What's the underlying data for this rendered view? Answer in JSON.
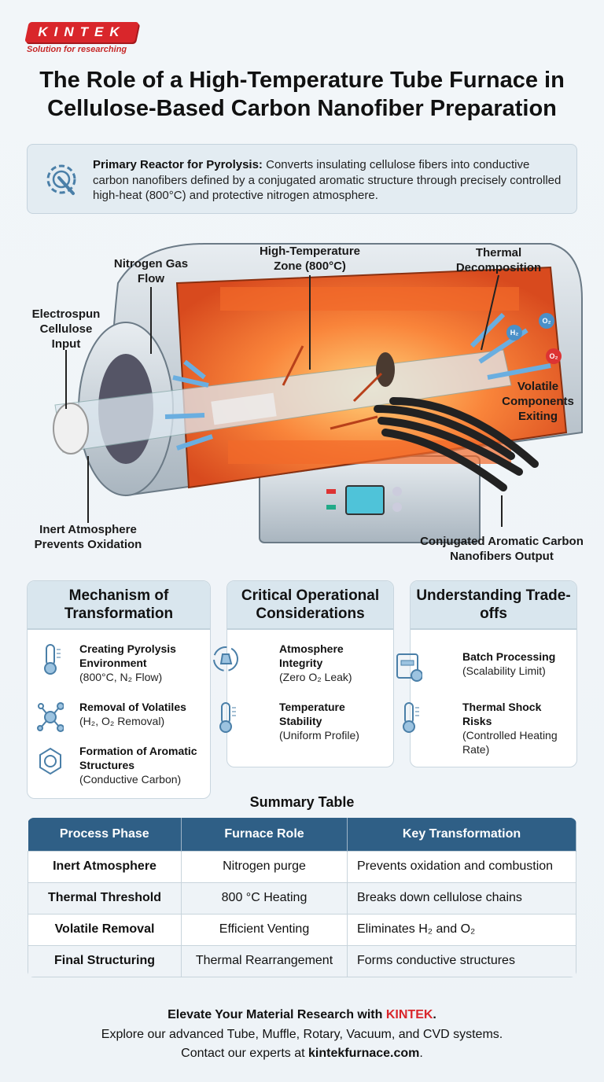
{
  "brand": {
    "name": "KINTEK",
    "tagline": "Solution for researching"
  },
  "title": {
    "line1": "The Role of a High-Temperature Tube Furnace in",
    "line2": "Cellulose-Based Carbon Nanofiber Preparation"
  },
  "intro": {
    "icon": "gear-wrench-icon",
    "heading": "Primary Reactor for Pyrolysis:",
    "text": " Converts insulating cellulose fibers into conductive carbon nanofibers defined by a conjugated aromatic structure through precisely controlled high-heat (800°C) and protective nitrogen atmosphere."
  },
  "diagram": {
    "labels": {
      "nitrogen": "Nitrogen Gas Flow",
      "hot_zone": "High-Temperature Zone (800°C)",
      "decomposition": "Thermal Decomposition",
      "input": "Electrospun Cellulose Input",
      "volatiles": "Volatile Components Exiting",
      "inert": "Inert Atmosphere Prevents Oxidation",
      "output": "Conjugated Aromatic Carbon Nanofibers Output"
    },
    "molecules": [
      "H₂",
      "O₂",
      "O₂"
    ],
    "colors": {
      "hot": "#f26a2a",
      "glow": "#ffb347",
      "arrow": "#6aaee0",
      "furnace": "#c9d3dc"
    }
  },
  "cards": [
    {
      "title": "Mechanism of Transformation",
      "items": [
        {
          "icon": "thermometer-icon",
          "title": "Creating Pyrolysis Environment",
          "detail": "(800°C, N₂ Flow)"
        },
        {
          "icon": "molecule-icon",
          "title": "Removal of Volatiles",
          "detail": "(H₂, O₂ Removal)"
        },
        {
          "icon": "hexagon-ring-icon",
          "title": "Formation of Aromatic Structures",
          "detail": "(Conductive Carbon)"
        }
      ]
    },
    {
      "title": "Critical Operational Considerations",
      "items": [
        {
          "icon": "atmosphere-cycle-icon",
          "title": "Atmosphere Integrity",
          "detail": "(Zero O₂ Leak)"
        },
        {
          "icon": "thermometer-icon",
          "title": "Temperature Stability",
          "detail": "(Uniform Profile)"
        }
      ]
    },
    {
      "title": "Understanding Trade-offs",
      "items": [
        {
          "icon": "batch-window-icon",
          "title": "Batch Processing",
          "detail": "(Scalability Limit)"
        },
        {
          "icon": "thermometer-icon",
          "title": "Thermal Shock Risks",
          "detail": "(Controlled Heating Rate)"
        }
      ]
    }
  ],
  "summary": {
    "title": "Summary Table",
    "headers": [
      "Process Phase",
      "Furnace Role",
      "Key Transformation"
    ],
    "rows": [
      [
        "Inert Atmosphere",
        "Nitrogen purge",
        "Prevents oxidation and combustion"
      ],
      [
        "Thermal Threshold",
        "800 °C Heating",
        "Breaks down cellulose chains"
      ],
      [
        "Volatile Removal",
        "Efficient Venting",
        "Eliminates H₂ and O₂"
      ],
      [
        "Final Structuring",
        "Thermal Rearrangement",
        "Forms conductive structures"
      ]
    ]
  },
  "footer": {
    "line1_prefix": "Elevate Your Material Research with ",
    "line1_brand": "KINTEK",
    "line1_suffix": ".",
    "line2": "Explore our advanced Tube, Muffle, Rotary, Vacuum, and CVD systems.",
    "line3_prefix": "Contact our experts at ",
    "line3_link": "kintekfurnace.com",
    "line3_suffix": "."
  }
}
